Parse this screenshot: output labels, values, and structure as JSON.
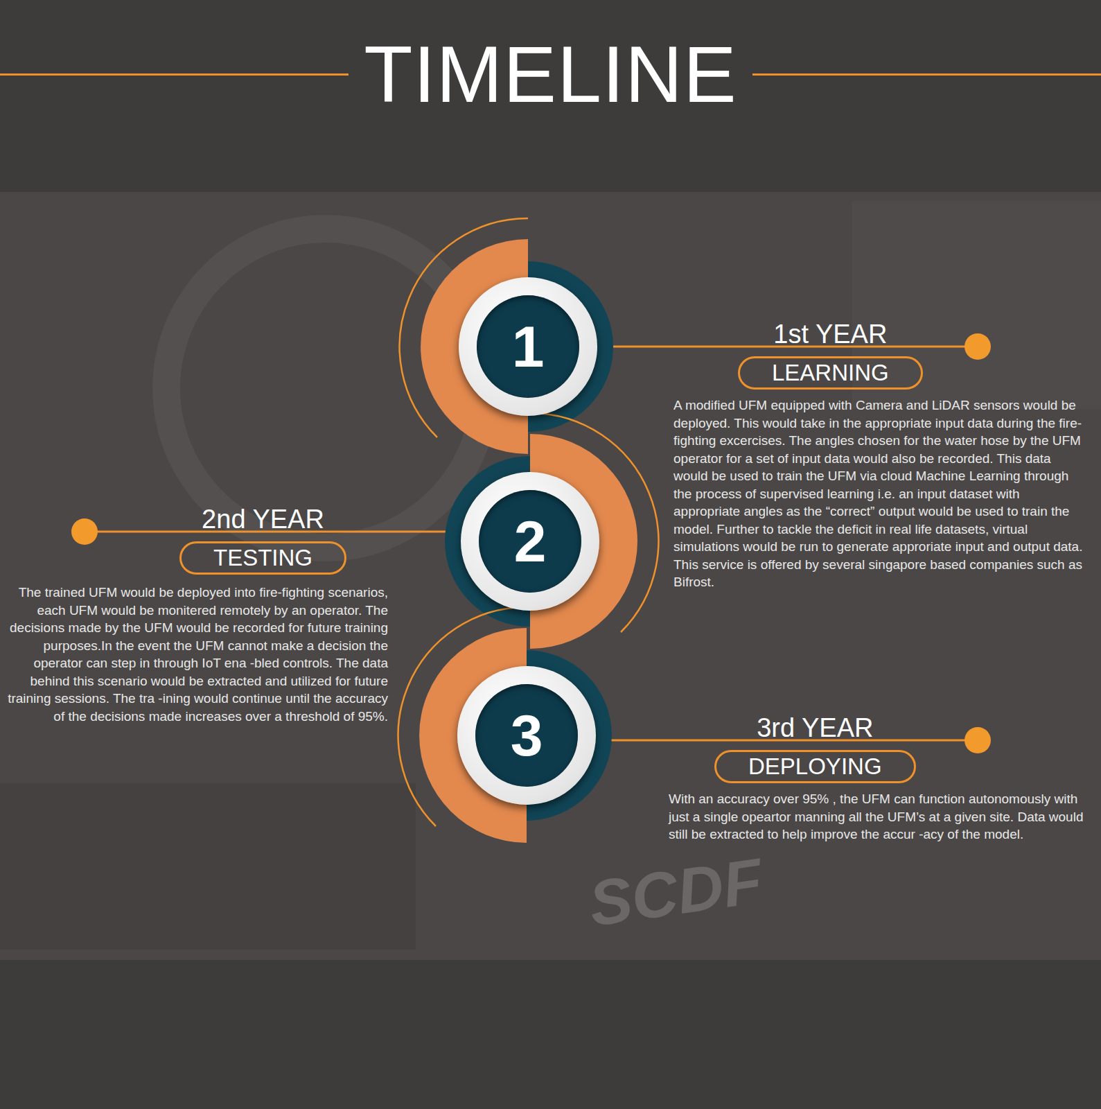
{
  "diagram": {
    "title": "TIMELINE",
    "nodes": [
      {
        "text": [
          "1"
        ]
      },
      {
        "text": [
          "1st YEAR",
          "LEARNING"
        ]
      },
      {
        "text": [
          "2nd YEAR",
          "TESTING"
        ]
      },
      {
        "text": [
          "2"
        ]
      },
      {
        "text": [
          "3rd YEAR",
          "DEPLOYING"
        ]
      },
      {
        "text": [
          "3"
        ]
      }
    ],
    "edges": [
      {
        "from": 0,
        "to": 1,
        "arrow": "none"
      },
      {
        "from": 3,
        "to": 2,
        "arrow": "none"
      },
      {
        "from": 5,
        "to": 4,
        "arrow": "none"
      }
    ],
    "labels": [
      "A modified UFM equipped with Camera and LiDAR sensors would be deployed. This would take in the appropriate input data during the fire-fighting excercises. The angles chosen for the water hose by the UFM operator for a set of input data would also be recorded. This data would be used to train the UFM via cloud Machine Learning through the process of supervised learning i.e. an input dataset with appropriate angles as the “correct” output would be used to train the model. Further to tackle the deficit in real life datasets, virtual simulations would be run to generate approriate input and output data. This service is offered by several singapore based companies such as Bifrost.",
      "The trained UFM would be deployed into fire-fighting scenarios, each UFM would be monitered remotely by an operator. The decisions made by the UFM would be recorded for future training purposes.In the event the UFM cannot make a decision the operator can step in through IoT ena -bled controls. The data behind this scenario would be extracted and utilized for future training sessions. The tra -ining would continue until the accuracy of the decisions made increases over a threshold of 95%.",
      "With an accuracy over 95% , the UFM can function autonomously with just a single opeartor manning all the UFM’s at a given site. Data would still be extracted to help improve the accur -acy of the model.",
      "SCDF"
    ]
  }
}
